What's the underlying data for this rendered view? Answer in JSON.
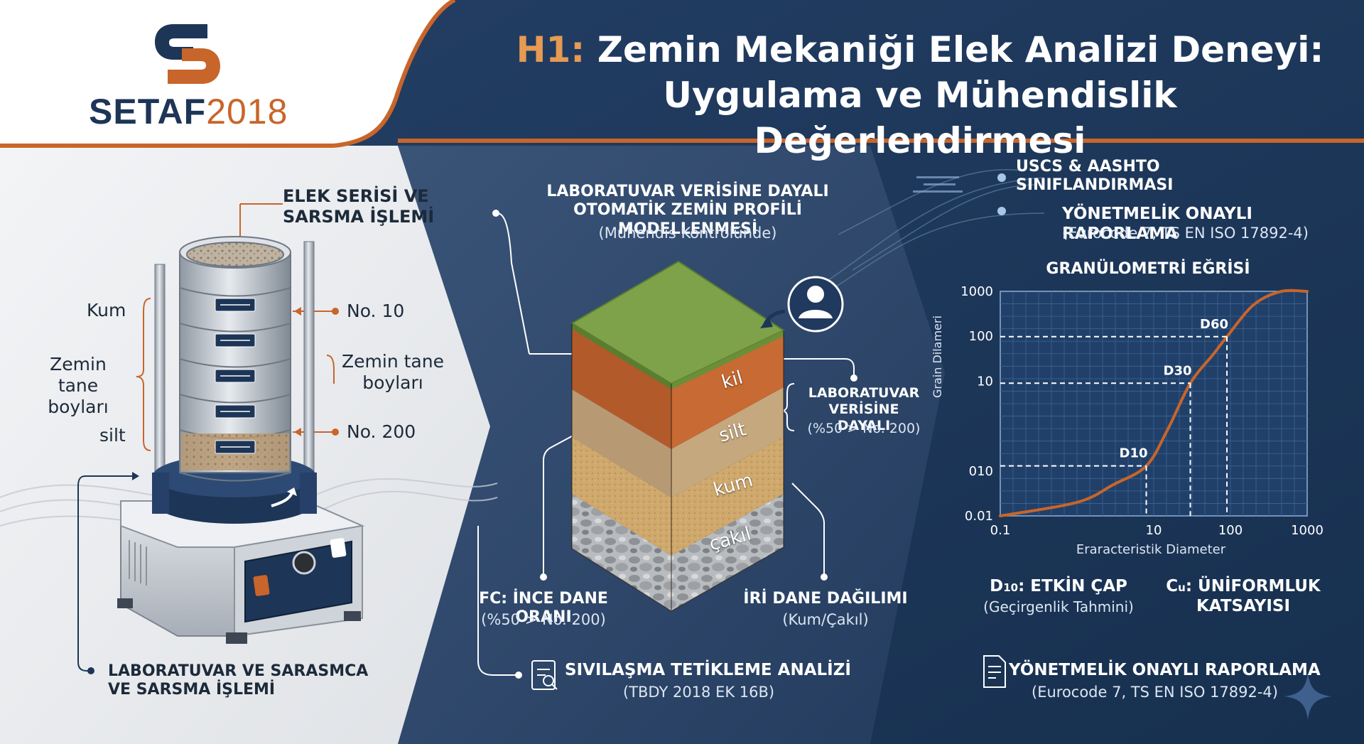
{
  "header": {
    "title_prefix": "H1:",
    "title_line1": "Zemin Mekaniği Elek Analizi Deneyi:",
    "title_line2": "Uygulama ve Mühendislik Değerlendirmesi"
  },
  "logo": {
    "letters": "SETAF",
    "year": "2018"
  },
  "colors": {
    "navy": "#1c3557",
    "orange": "#c8652a",
    "accent": "#e69a52",
    "light_panel": "#ecedef"
  },
  "left_panel": {
    "top_label_line1": "ELEK SERİSİ VE",
    "top_label_line2": "SARSMA İŞLEMİ",
    "kum": "Kum",
    "zemin_left_line1": "Zemin tane",
    "zemin_left_line2": "boyları",
    "silt": "silt",
    "no10": "No. 10",
    "zemin_right_line1": "Zemin tane",
    "zemin_right_line2": "boyları",
    "no200": "No. 200",
    "bottom_line1": "LABORATUVAR VE SARASMCA",
    "bottom_line2": "VE SARSMA İŞLEMİ"
  },
  "middle_panel": {
    "heading_line1": "LABORATUVAR VERİSİNE DAYALI",
    "heading_line2": "OTOMATİK ZEMİN PROFİLİ MODELLENMESİ",
    "heading_sub": "(Mühendis Kontrolünde)",
    "layers": [
      "kil",
      "silt",
      "kum",
      "çakıl"
    ],
    "side_line1": "LABORATUVAR",
    "side_line2": "VERİSİNE DAYALI",
    "side_sub": "(%50 > No. 200)",
    "fc_title": "FC: İNCE DANE ORANI",
    "fc_sub": "(%50 > No. 200)",
    "iri_title": "İRİ DANE DAĞILIMI",
    "iri_sub": "(Kum/Çakıl)",
    "siv_title": "SIVILAŞMA TETİKLEME ANALİZİ",
    "siv_sub": "(TBDY 2018 EK 16B)"
  },
  "right_panel": {
    "uscs_line1": "USCS & AASHTO",
    "uscs_line2": "SINIFLANDIRMASI",
    "report1_title": "YÖNETMELİK ONAYLI RAPORLAMA",
    "report1_sub": "(Eurocode 7, TS EN ISO 17892-4)",
    "d10_title_pre": "D",
    "d10_title_sub": "10",
    "d10_title_post": ": ETKİN ÇAP",
    "d10_sub": "(Geçirgenlik Tahmini)",
    "cu_title_pre": "C",
    "cu_title_sub": "u",
    "cu_title_post": ": ÜNİFORMLUK",
    "cu_title_line2": "KATSAYISI",
    "report2_title": "YÖNETMELİK ONAYLI RAPORLAMA",
    "report2_sub": "(Eurocode 7, TS EN ISO 17892-4)"
  },
  "chart_data": {
    "type": "line",
    "title": "GRANÜLOMETRİ EĞRİSİ",
    "xlabel": "Eraracteristik Diameter",
    "ylabel": "Grain Dilameri",
    "xscale": "log",
    "yscale": "log",
    "xlim": [
      0.1,
      1000
    ],
    "ylim": [
      0.01,
      1000
    ],
    "x_tick_labels": [
      "0.1",
      "10",
      "100",
      "1000"
    ],
    "x_tick_values": [
      0.1,
      10,
      100,
      1000
    ],
    "y_tick_labels": [
      "1000",
      "100",
      "10",
      "010",
      "0.01"
    ],
    "y_tick_values": [
      1000,
      100,
      10,
      0.1,
      0.01
    ],
    "grid": true,
    "series": [
      {
        "x": [
          0.1,
          1,
          3,
          8,
          15,
          30,
          60,
          90,
          200,
          450,
          1000
        ],
        "y": [
          0.01,
          0.02,
          0.05,
          0.13,
          0.8,
          9,
          40,
          98,
          500,
          990,
          1000
        ],
        "color": "#c8652a"
      }
    ],
    "markers": [
      {
        "label": "D10",
        "x": 8,
        "y": 0.13
      },
      {
        "label": "D30",
        "x": 30,
        "y": 9
      },
      {
        "label": "D60",
        "x": 90,
        "y": 98
      }
    ]
  }
}
